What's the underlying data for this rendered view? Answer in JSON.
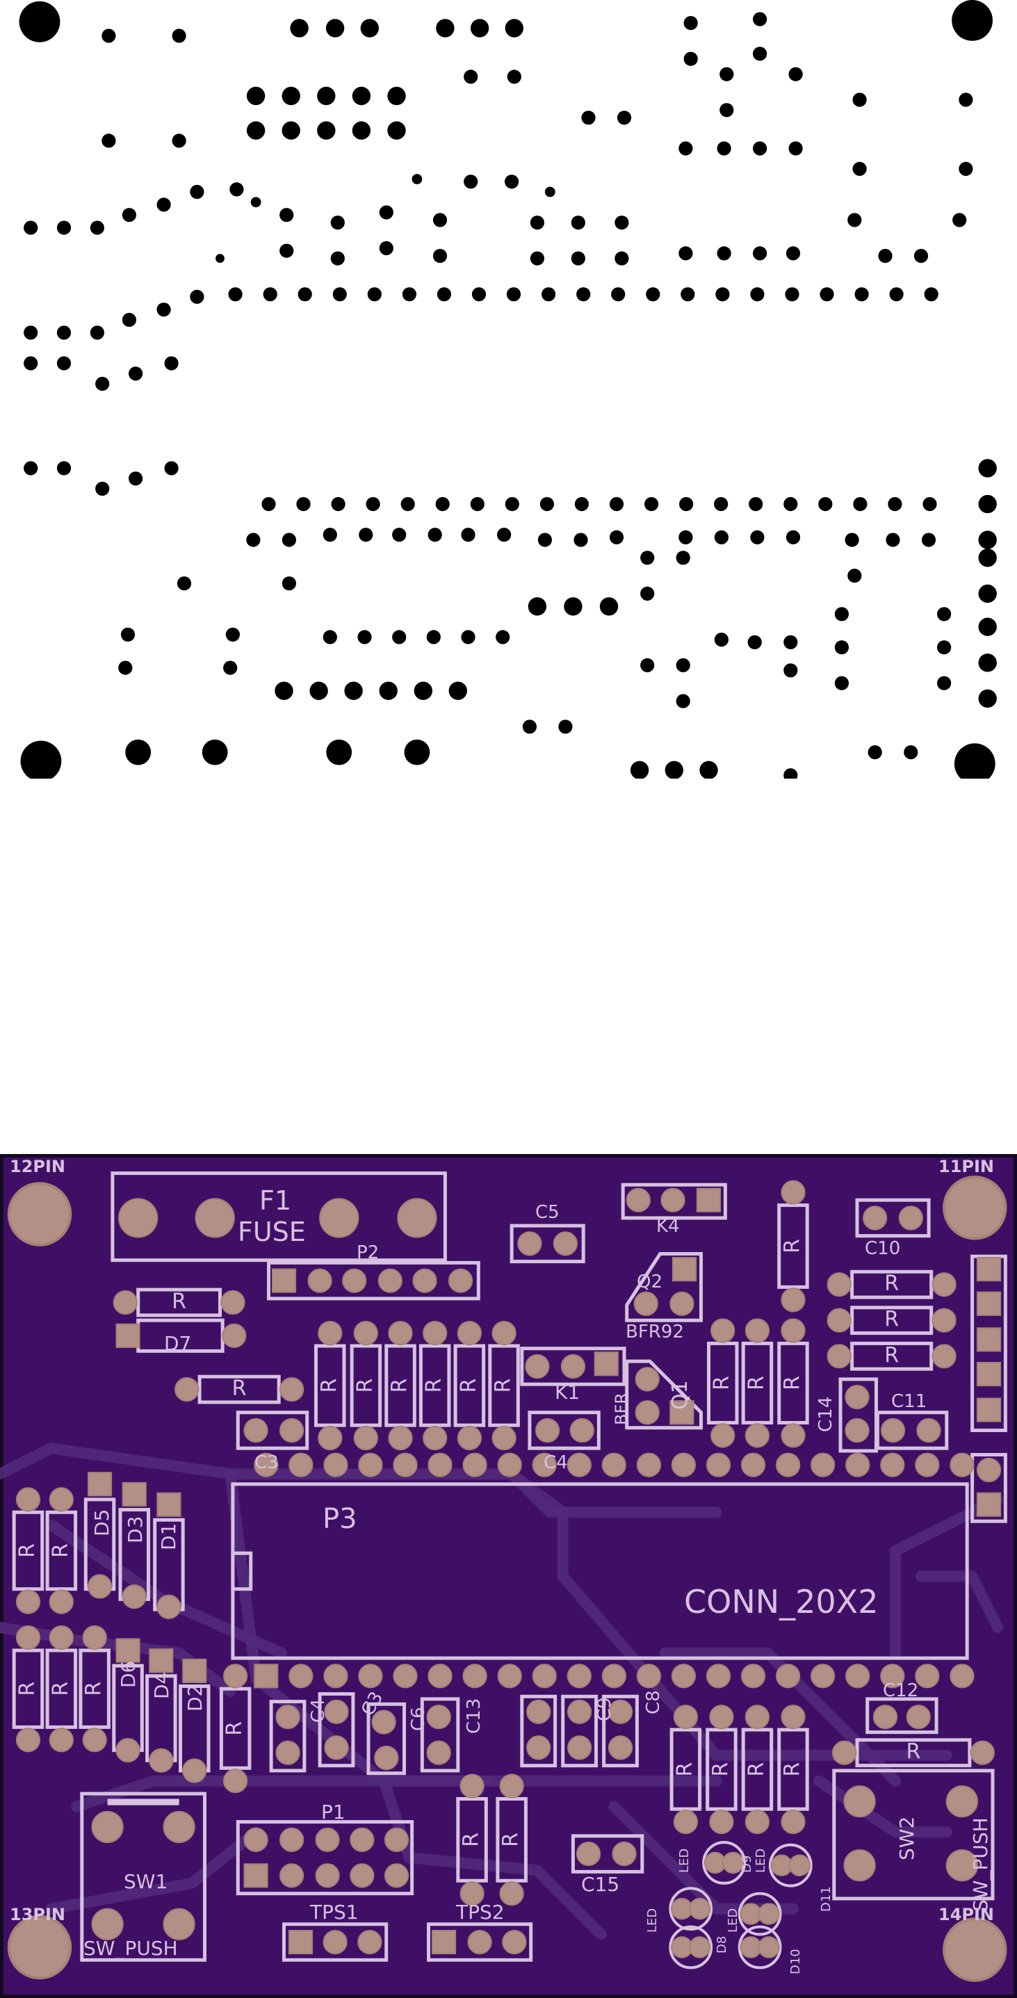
{
  "colors": {
    "board": "#3f0f66",
    "edge": "#140a20",
    "silk": "#d6c2e0",
    "pad": "#b39085",
    "pad_ring": "#a68175",
    "trace": "#51297a",
    "drill": "#000000",
    "background": "#ffffff"
  },
  "labels": {
    "pin12": "12PIN",
    "pin11": "11PIN",
    "pin13": "13PIN",
    "pin14": "14PIN",
    "f1": "F1",
    "fuse": "FUSE",
    "c5": "C5",
    "k4": "K4",
    "c10": "C10",
    "p2": "P2",
    "q2": "Q2",
    "bfr92": "BFR92",
    "d7": "D7",
    "k1": "K1",
    "bfr": "BFR",
    "q1": "Q1",
    "c14": "C14",
    "c11": "C11",
    "c3": "C3",
    "c4top": "C4",
    "p3": "P3",
    "conn": "CONN_20X2",
    "d5": "D5",
    "d3": "D3",
    "d1": "D1",
    "d6": "D6",
    "d4": "D4",
    "d2": "D2",
    "c4": "C4",
    "c3b": "C3",
    "c6": "C6",
    "c13": "C13",
    "c9": "C9",
    "c8": "C8",
    "c12": "C12",
    "sw1": "SW1",
    "sw_push1": "SW_PUSH",
    "p1": "P1",
    "tps1": "TPS1",
    "tps2": "TPS2",
    "c15": "C15",
    "sw2": "SW2",
    "sw_push2": "SW_PUSH",
    "led": "LED",
    "d8": "D8",
    "d9": "D9",
    "d10": "D10",
    "d11": "D11",
    "r": "R"
  }
}
